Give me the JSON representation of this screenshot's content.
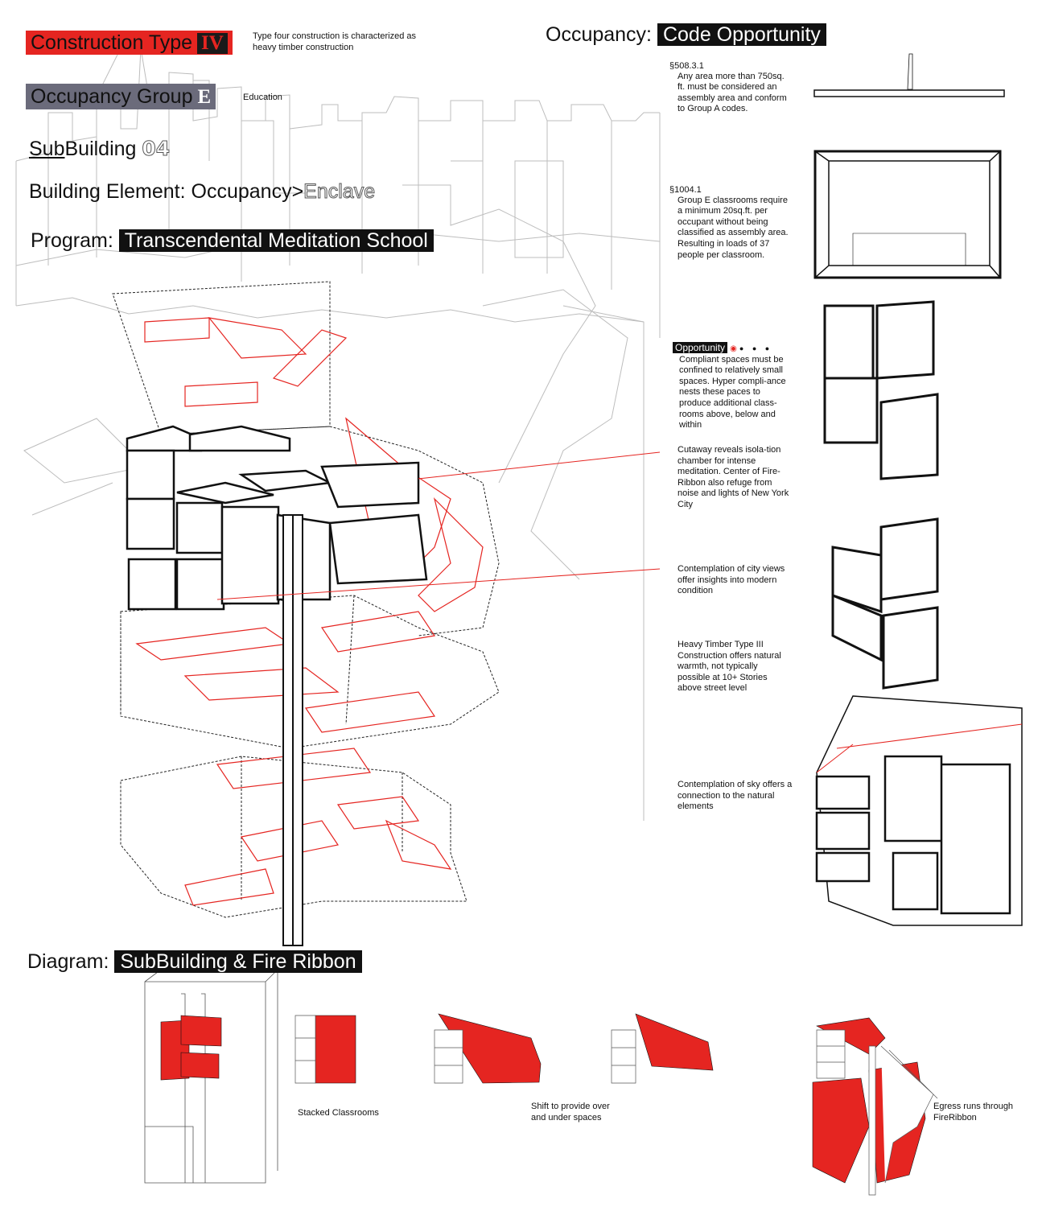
{
  "header": {
    "construction_label": "Construction Type",
    "construction_roman": "IV",
    "construction_note": "Type four construction is characterized as heavy timber construction",
    "occupancy_label": "Occupancy Group",
    "occupancy_roman": "E",
    "occupancy_note": "Education",
    "subbuilding_sub": "Sub",
    "subbuilding_rest": "Building",
    "subbuilding_num": "04",
    "element_label": "Building Element: Occupancy>",
    "element_value": "Enclave",
    "program_label": "Program:",
    "program_value": "Transcendental Meditation School"
  },
  "occupancy_section": {
    "label": "Occupancy:",
    "value": "Code Opportunity"
  },
  "code_notes": [
    {
      "section": "§",
      "code": "508.3.1",
      "text": "Any area more than 750sq. ft. must be considered an assembly area and conform to Group A codes."
    },
    {
      "section": "§",
      "code": "1004.1",
      "text": "Group E classrooms require a minimum 20sq.ft. per occupant without being classified as assembly area. Resulting in loads of 37 people per classroom."
    }
  ],
  "opportunity": {
    "tag": "Opportunity",
    "dots": "● ● ●",
    "text": "Compliant spaces must be confined to relatively small spaces. Hyper compli-ance nests these paces to produce additional class-rooms above, below and within"
  },
  "annotations": [
    "Cutaway reveals isola-tion chamber for intense meditation. Center of Fire-Ribbon also refuge from noise and lights of New York City",
    "Contemplation of city views offer insights into modern condition",
    "Heavy Timber Type III Construction offers natural warmth, not typically possible at 10+ Stories above street level",
    "Contemplation of sky offers a connection to the natural elements"
  ],
  "diagram": {
    "label": "Diagram:",
    "value": "SubBuilding & Fire Ribbon",
    "captions": [
      "Stacked Classrooms",
      "Shift to provide over and under spaces",
      "Egress runs through FireRibbon"
    ]
  },
  "colors": {
    "accent_red": "#e52521",
    "group_grey": "#6b6b7b",
    "ink": "#111111"
  }
}
